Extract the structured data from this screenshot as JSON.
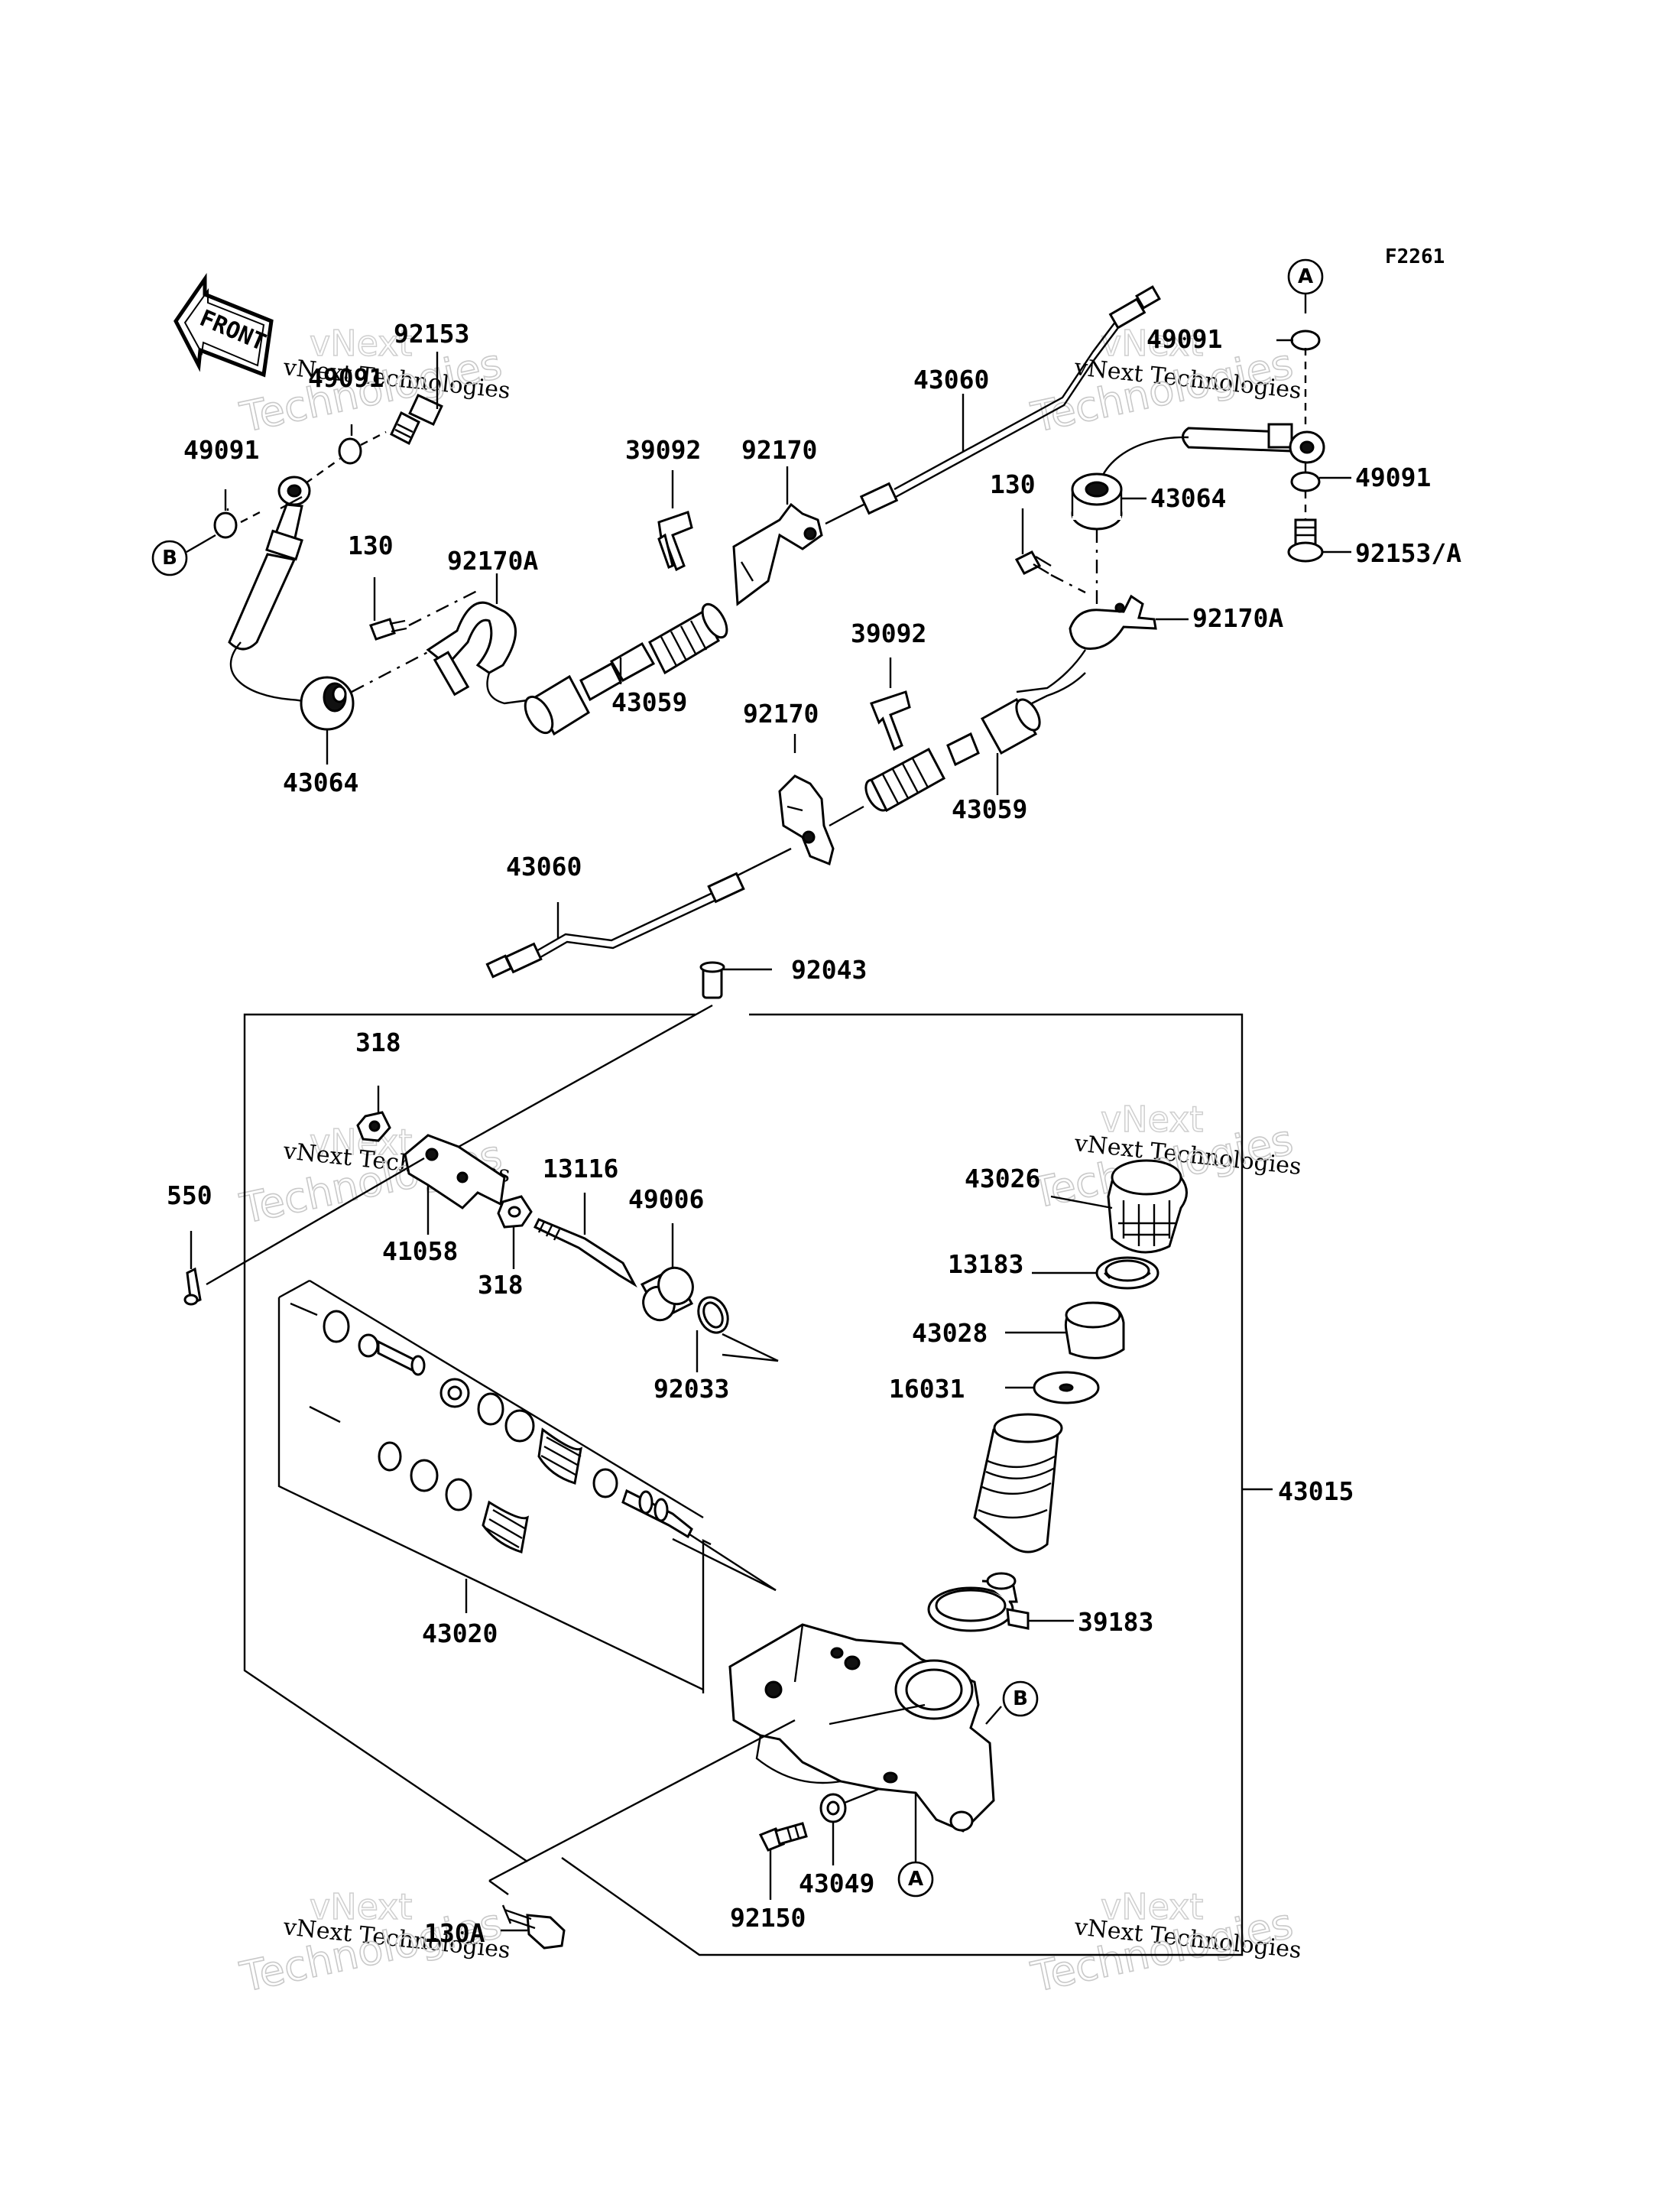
{
  "figure_code": "F2261",
  "front_label": "FRONT",
  "watermark": {
    "line1": "vNext Technologies",
    "line2": "Technologies",
    "line0": "vNext"
  },
  "callouts": {
    "a_top": "A",
    "b_left": "B",
    "b_right": "B",
    "a_bottom": "A"
  },
  "part_labels": {
    "p92153": "92153",
    "p49091_top": "49091",
    "p49091_left": "49091",
    "p43064_left": "43064",
    "p130_left": "130",
    "p92170A_left": "92170A",
    "p39092_top": "39092",
    "p92170_top": "92170",
    "p43060_top": "43060",
    "p43059_left": "43059",
    "p49091_right_top": "49091",
    "p43064_right": "43064",
    "p130_right": "130",
    "p49091_right": "49091",
    "p92153A": "92153/A",
    "p92170A_right": "92170A",
    "p39092_mid": "39092",
    "p92170_mid": "92170",
    "p43059_right": "43059",
    "p43060_bottom": "43060",
    "p92043": "92043",
    "p318_top": "318",
    "p550": "550",
    "p41058": "41058",
    "p318_bottom": "318",
    "p13116": "13116",
    "p49006": "49006",
    "p92033": "92033",
    "p43026": "43026",
    "p13183": "13183",
    "p43028": "43028",
    "p16031": "16031",
    "p43015": "43015",
    "p39183": "39183",
    "p43020": "43020",
    "p43049": "43049",
    "p92150": "92150",
    "p130A": "130A"
  }
}
